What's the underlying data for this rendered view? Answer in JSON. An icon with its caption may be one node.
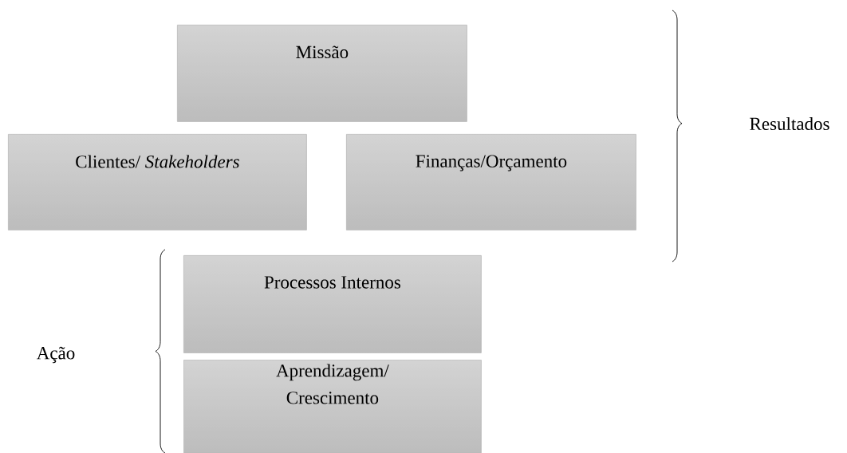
{
  "diagram": {
    "nodes": [
      {
        "text": [
          "Missão"
        ]
      },
      {
        "text": [
          "Clientes/ *Stakeholders*"
        ]
      },
      {
        "text": [
          "Finanças/Orçamento"
        ]
      },
      {
        "text": [
          "Processos Internos"
        ]
      },
      {
        "text": [
          "Aprendizagem/ Crescimento"
        ]
      }
    ],
    "labels": [
      "Resultados",
      "Ação"
    ]
  }
}
